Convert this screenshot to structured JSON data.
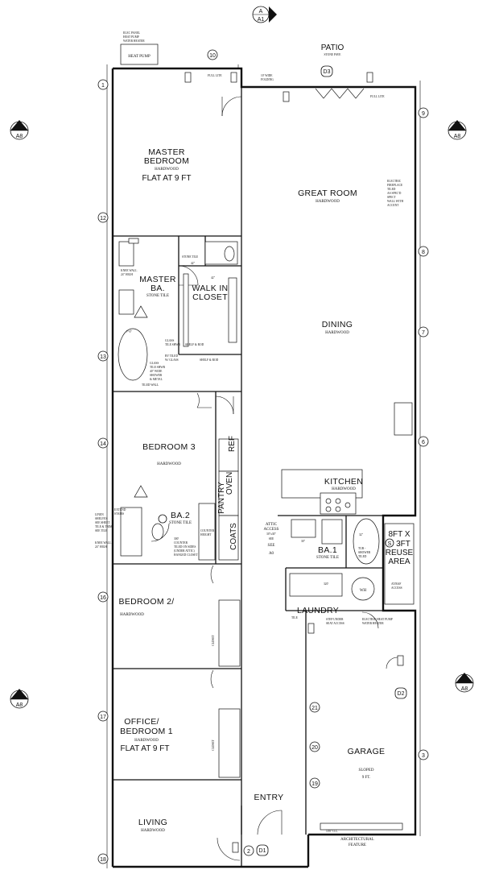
{
  "notes": {
    "elec_panel": [
      "ELEC PANEL",
      "HEAT PUMP",
      "WATER HEATER"
    ],
    "heat_pump": "HEAT PUMP",
    "patio": {
      "name": "PATIO",
      "finish": "STONE PAVE"
    },
    "full_lite_1": "FULL LITE",
    "full_lite_2": "FULL LITE",
    "folding": [
      "10' WIDE",
      "FOLDING"
    ],
    "fireplace": [
      "ELECTRIC",
      "FIREPLACE",
      "TILED",
      "AS SPEC'D",
      "SPECT",
      "WALL WITH",
      "ACCENT"
    ],
    "shelf_rod": "SHELF & ROD",
    "shelf_rod_2": "SHELF & ROD",
    "stone_tile_wc": "STONE TILE",
    "dim_42a": "42\"",
    "dim_42b": "42\"",
    "dim_70": "7'-0\"",
    "knee_wall": [
      "KNEE WALL",
      "24\" HIGH"
    ],
    "shower_mb": [
      "GLASS",
      "TILE SHWR",
      "BY TILED",
      "W/ GLASS"
    ],
    "glass_note": [
      "GLASS",
      "TILE SHWR",
      "40\" WIDE",
      "SHOWER"
    ],
    "tiled_wall": [
      "& METAL",
      "TILED WALL"
    ],
    "linen": [
      "LINEN",
      "SHELVES",
      "SEE SHEET",
      "TILE & TRIM",
      "SEE TILE"
    ],
    "knee_wall_2": [
      "KNEE WALL",
      "24\" HIGH"
    ],
    "stair_note": [
      "EXTEND",
      "STAIRS"
    ],
    "counter_note": [
      "COUNTER",
      "HEIGHT"
    ],
    "ba2_note": [
      "300'",
      "COUNTER",
      "TILED ON SIDES",
      "(UNDER ATTIC)",
      "HANGED CLOSET"
    ],
    "attic": [
      "ATTIC",
      "ACCESS",
      "30\"x30\"",
      "SEE",
      "SEE",
      "A0"
    ],
    "dim_30": "30\"",
    "dim_32": "32\"",
    "dim_320": "320'",
    "tub_note": [
      "TUB -",
      "SHOWER",
      "TILED"
    ],
    "pantry": "PANTRY",
    "oven": "OVEN",
    "ref": "REF",
    "coats": "COATS",
    "step_note": [
      "STEP UNDER",
      "SEAT ACCESS"
    ],
    "wh_heater": [
      "ELECTRIC HEAT PUMP",
      "WATER HEATER"
    ],
    "wh": "WH",
    "tile_tag": "TILE",
    "rafter": [
      "AT/RAF",
      "ACCESS"
    ],
    "reuse": [
      "8FT X",
      "3FT",
      "REUSE",
      "AREA"
    ],
    "closet_b2": "CLOSET",
    "closet_b1": "CLOSET",
    "arch": [
      "ARCHITECTURAL",
      "FEATURE"
    ],
    "arch_dim": "10'0\" O.C.",
    "section_a": {
      "top": "A",
      "bottom": "A1"
    },
    "section_b": {
      "top": "B",
      "bottom": "A8"
    },
    "section_c": {
      "top": "C",
      "bottom": "A8"
    }
  },
  "rooms": {
    "master_bedroom": {
      "name_1": "MASTER",
      "name_2": "BEDROOM",
      "finish": "HARDWOOD",
      "note": "FLAT AT 9 FT"
    },
    "master_bath": {
      "name_1": "MASTER",
      "name_2": "BA.",
      "finish": "STONE TILE"
    },
    "walk_in_closet": {
      "name_1": "WALK IN",
      "name_2": "CLOSET"
    },
    "great_room": {
      "name": "GREAT ROOM",
      "finish": "HARDWOOD"
    },
    "dining": {
      "name": "DINING",
      "finish": "HARDWOOD"
    },
    "bedroom3": {
      "name": "BEDROOM 3",
      "finish": "HARDWOOD"
    },
    "kitchen": {
      "name": "KITCHEN",
      "finish": "HARDWOOD"
    },
    "ba2": {
      "name": "BA.2",
      "finish": "STONE TILE"
    },
    "ba1": {
      "name": "BA.1",
      "finish": "STONE TILE"
    },
    "laundry": {
      "name": "LAUNDRY"
    },
    "bedroom2": {
      "name": "BEDROOM 2/",
      "finish": "HARDWOOD"
    },
    "office": {
      "name_1": "OFFICE/",
      "name_2": "BEDROOM 1",
      "finish": "HARDWOOD",
      "note": "FLAT AT 9 FT"
    },
    "garage": {
      "name": "GARAGE",
      "finish": "SLOPED",
      "note": "9 FT."
    },
    "living": {
      "name": "LIVING",
      "finish": "HARDWOOD"
    },
    "entry": {
      "name": "ENTRY"
    }
  },
  "tags": {
    "w1": "1",
    "w12": "12",
    "w13": "13",
    "w14": "14",
    "w16": "16",
    "w17": "17",
    "w18": "18",
    "w9": "9",
    "w8": "8",
    "w7": "7",
    "w6": "6",
    "w3": "3",
    "w10": "10",
    "w2": "2",
    "w19": "19",
    "w20": "20",
    "w21": "21",
    "d1": "D1",
    "d2": "D2",
    "d3": "D3",
    "s": "S"
  }
}
